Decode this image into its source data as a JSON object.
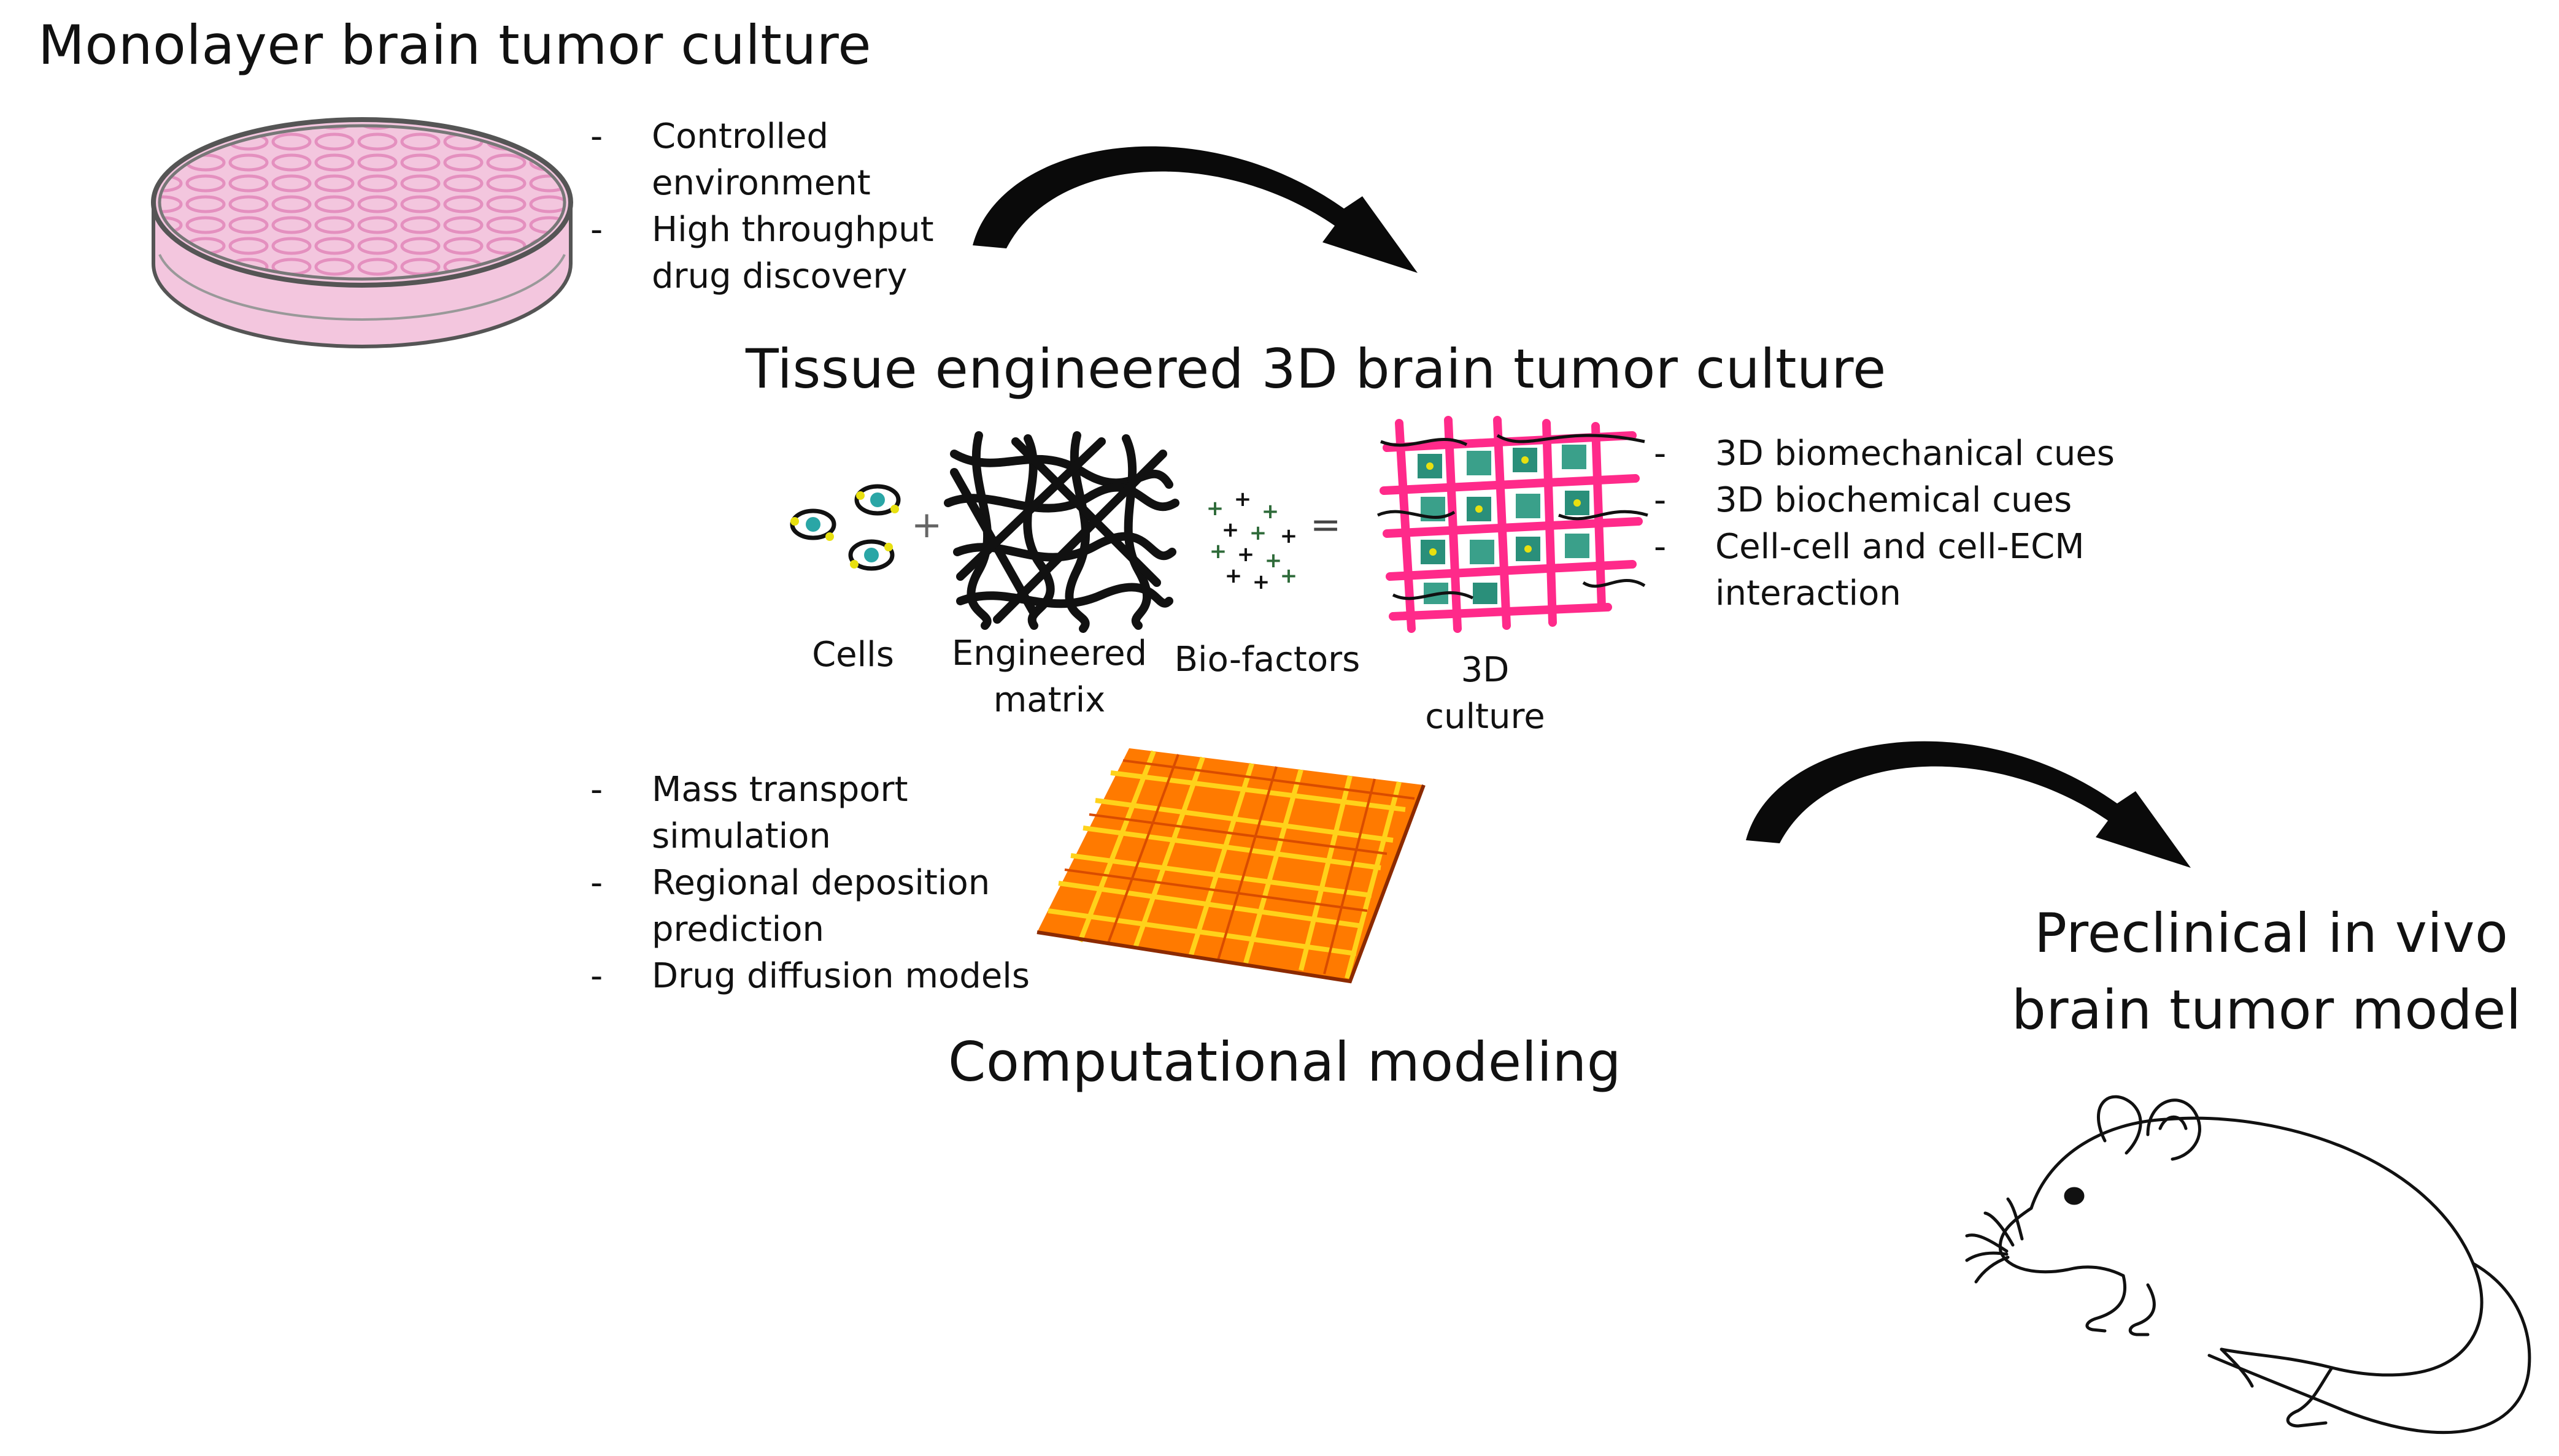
{
  "titles": {
    "monolayer": "Monolayer brain tumor culture",
    "tissue": "Tissue engineered 3D brain tumor culture",
    "computational": "Computational modeling",
    "preclinical_line1": "Preclinical  in  vivo",
    "preclinical_line2": "brain tumor model"
  },
  "monolayer_points": [
    {
      "line1": "Controlled",
      "line2": "environment"
    },
    {
      "line1": "High throughput",
      "line2": "drug discovery"
    }
  ],
  "tissue_points": [
    {
      "line1": "3D biomechanical cues",
      "line2": ""
    },
    {
      "line1": "3D biochemical cues",
      "line2": ""
    },
    {
      "line1": "Cell-cell  and cell-ECM",
      "line2": "interaction"
    }
  ],
  "computational_points": [
    {
      "line1": "Mass transport",
      "line2": "simulation"
    },
    {
      "line1": "Regional deposition",
      "line2": "prediction"
    },
    {
      "line1": "Drug diffusion models",
      "line2": ""
    }
  ],
  "components": {
    "cells": "Cells",
    "matrix_line1": "Engineered",
    "matrix_line2": "matrix",
    "biofactors": "Bio-factors",
    "culture_line1": "3D",
    "culture_line2": "culture",
    "plus": "+",
    "equals": "="
  },
  "colors": {
    "arrow": "#0a0a0a",
    "dish_fill": "#f3c6de",
    "dish_cells": "#e490bf",
    "scaffold_fiber": "#ff2a8a",
    "mesh_orange": "#ff7a00",
    "mesh_yellow": "#ffd21a"
  }
}
